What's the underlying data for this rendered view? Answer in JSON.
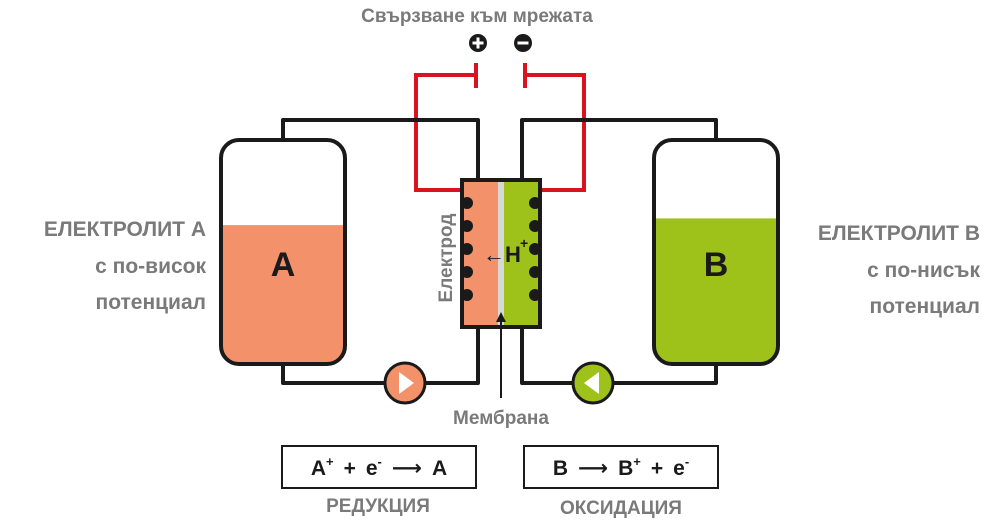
{
  "grid": {
    "label": "Свързване към мрежата",
    "plus": "+",
    "minus": "−"
  },
  "left": {
    "title": "ЕЛЕКТРОЛИТ А",
    "line1": "с по-висок",
    "line2": "потенциал",
    "tank_letter": "A",
    "fill_level": 0.62
  },
  "right": {
    "title": "ЕЛЕКТРОЛИТ В",
    "line1": "с по-нисък",
    "line2": "потенциал",
    "tank_letter": "B",
    "fill_level": 0.65
  },
  "cell": {
    "electrode_label": "Електрод",
    "ion": "H",
    "ion_charge": "+",
    "arrow": "←",
    "membrane_label": "Мембрана"
  },
  "reactions": {
    "reduction": {
      "r1": "A",
      "r1_sup": "+",
      "plus": "+",
      "e": "e",
      "e_sup": "-",
      "arrow": "⟶",
      "product": "A",
      "label": "РЕДУКЦИЯ"
    },
    "oxidation": {
      "r1": "B",
      "arrow": "⟶",
      "p1": "B",
      "p1_sup": "+",
      "plus": "+",
      "e": "e",
      "e_sup": "-",
      "label": "ОКСИДАЦИЯ"
    }
  },
  "colors": {
    "electrolyte_a": "#f2916a",
    "electrolyte_b": "#9fc21a",
    "wire_red": "#d9141f",
    "outline": "#1a1a1a",
    "label_grey": "#7a7a7a",
    "membrane": "#d8d8d8"
  },
  "icons": {
    "pump_left": "play-right-icon",
    "pump_right": "play-left-icon"
  }
}
